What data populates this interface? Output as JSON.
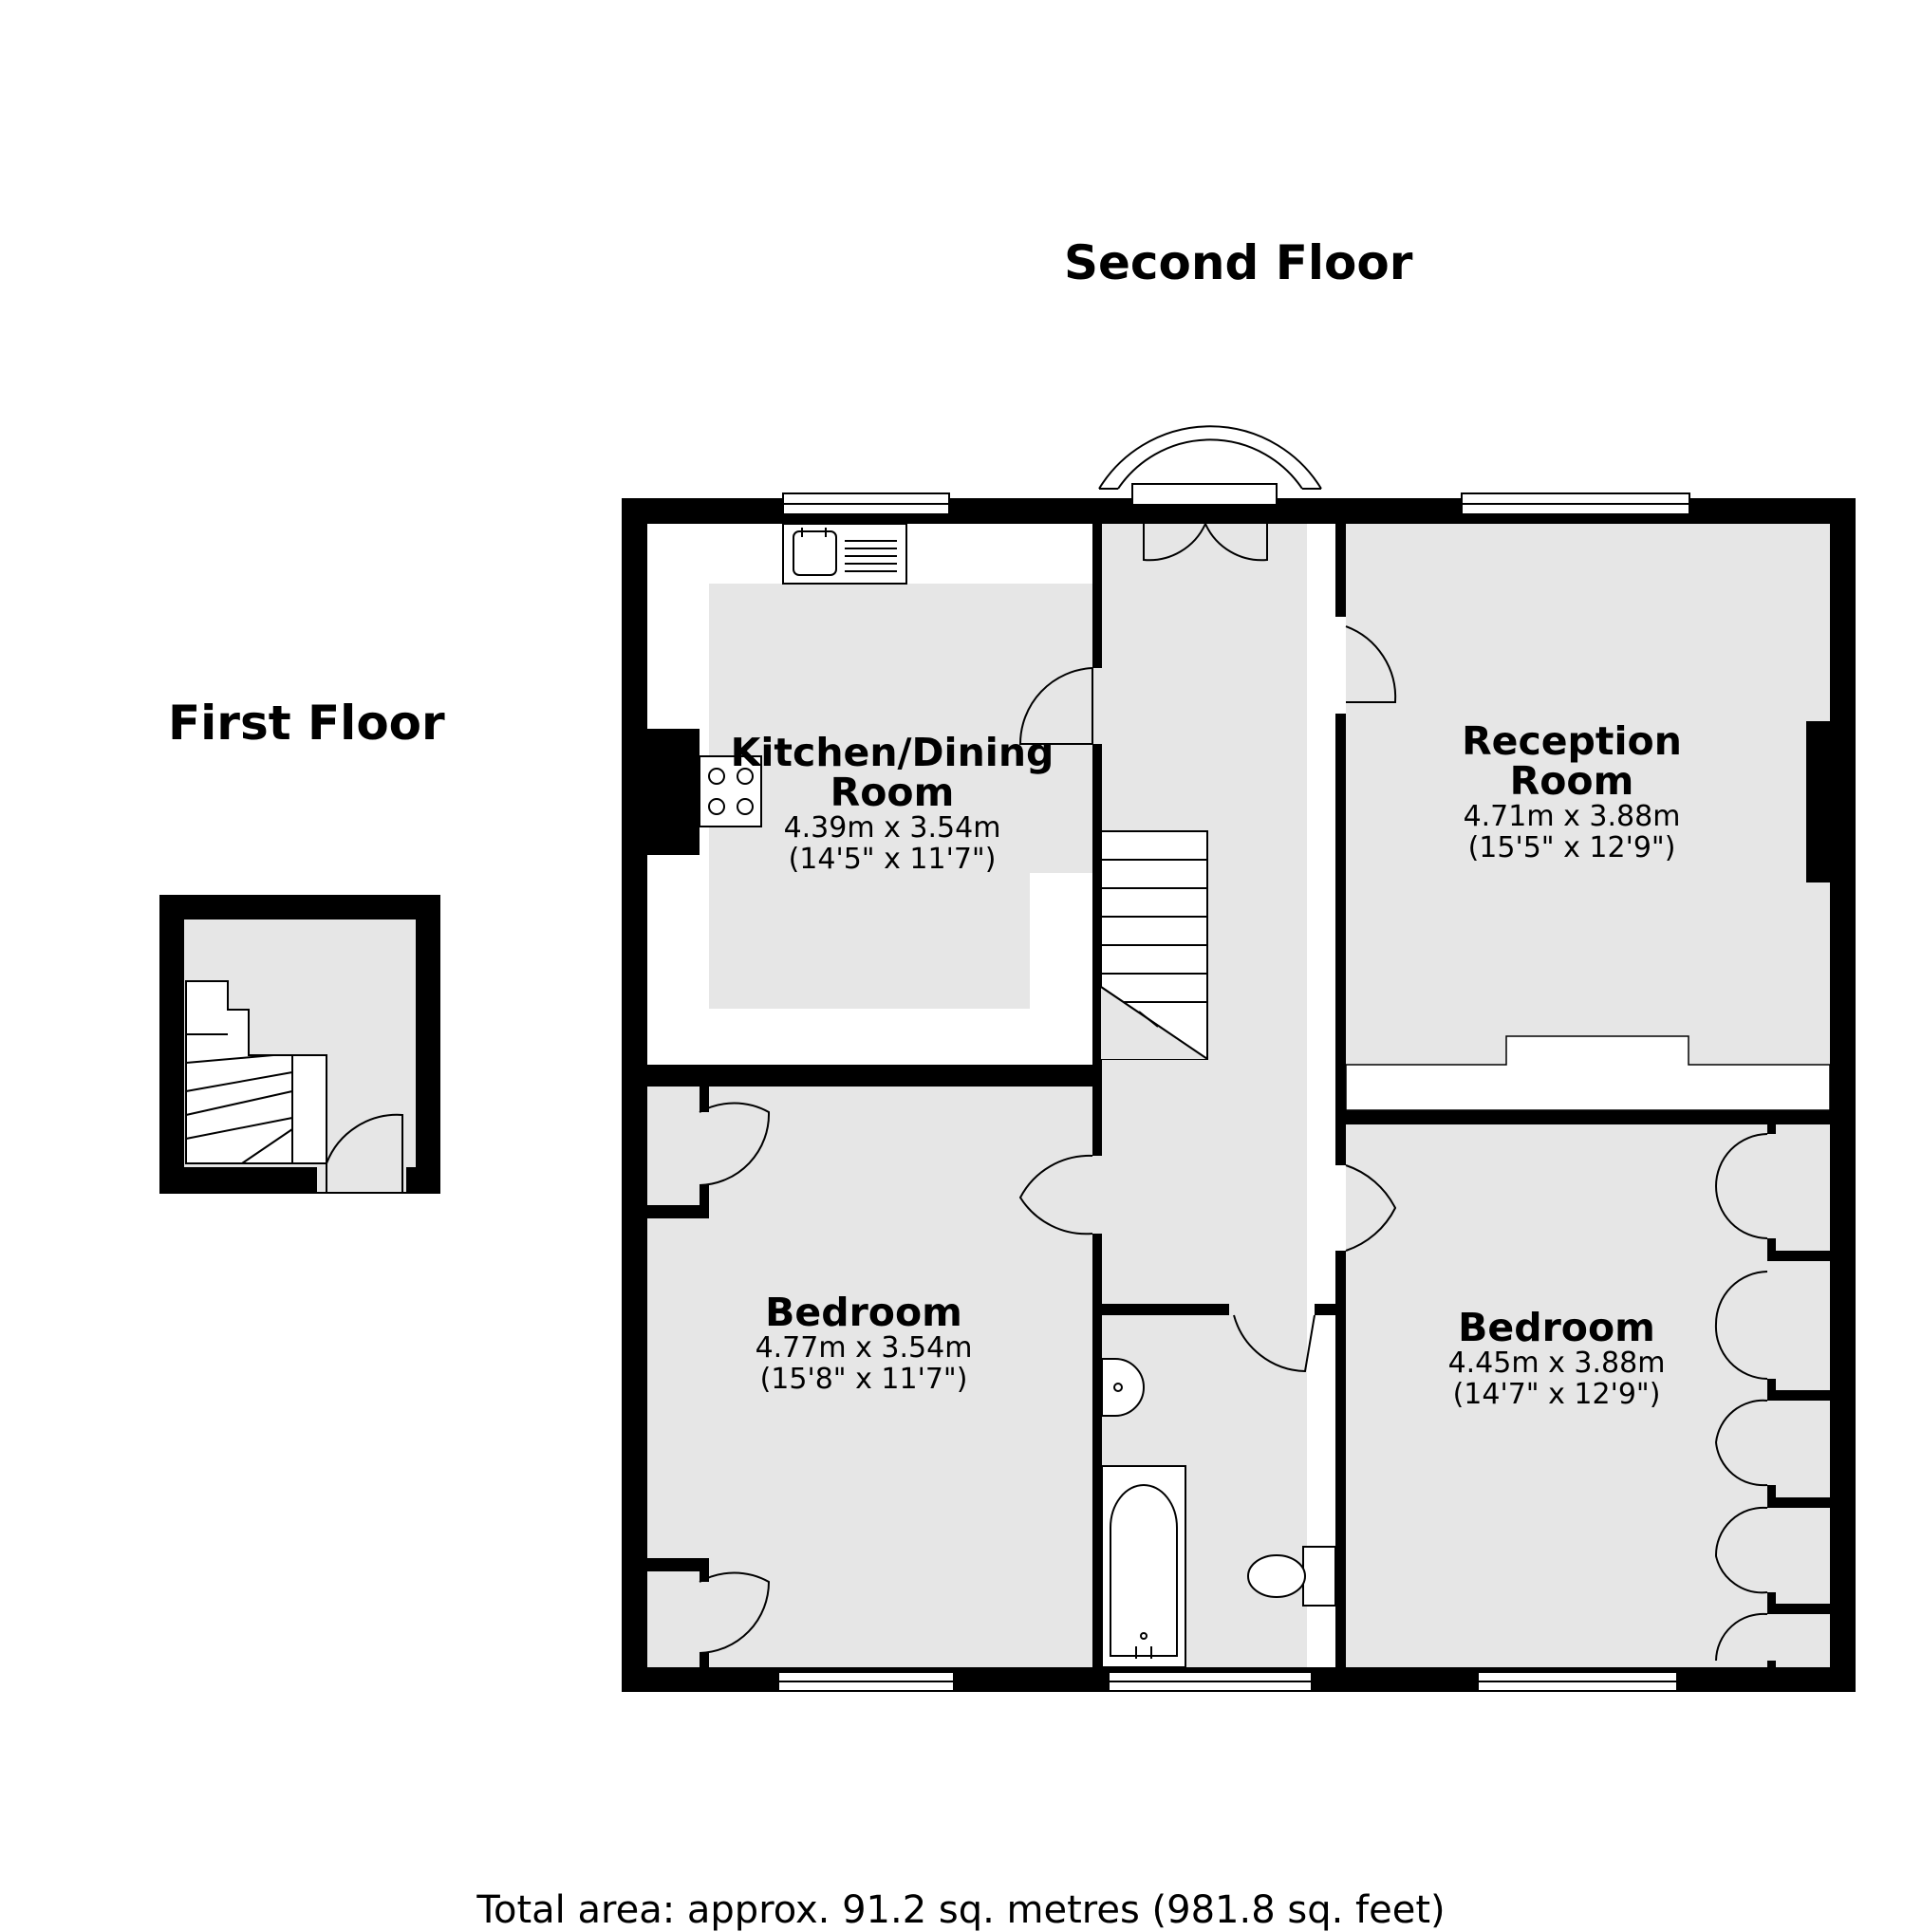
{
  "floors": {
    "second": {
      "title": "Second Floor"
    },
    "first": {
      "title": "First Floor"
    }
  },
  "rooms": {
    "kitchen": {
      "name_line1": "Kitchen/Dining",
      "name_line2": "Room",
      "metric": "4.39m x 3.54m",
      "imperial": "(14'5\" x 11'7\")"
    },
    "reception": {
      "name_line1": "Reception",
      "name_line2": "Room",
      "metric": "4.71m x 3.88m",
      "imperial": "(15'5\" x 12'9\")"
    },
    "bedroom_left": {
      "name": "Bedroom",
      "metric": "4.77m x 3.54m",
      "imperial": "(15'8\" x 11'7\")"
    },
    "bedroom_right": {
      "name": "Bedroom",
      "metric": "4.45m x 3.88m",
      "imperial": "(14'7\" x 12'9\")"
    }
  },
  "total_area": "Total area: approx. 91.2 sq. metres (981.8 sq. feet)",
  "colors": {
    "wall": "#000000",
    "floor": "#e6e6e6",
    "fixture": "#ffffff"
  }
}
